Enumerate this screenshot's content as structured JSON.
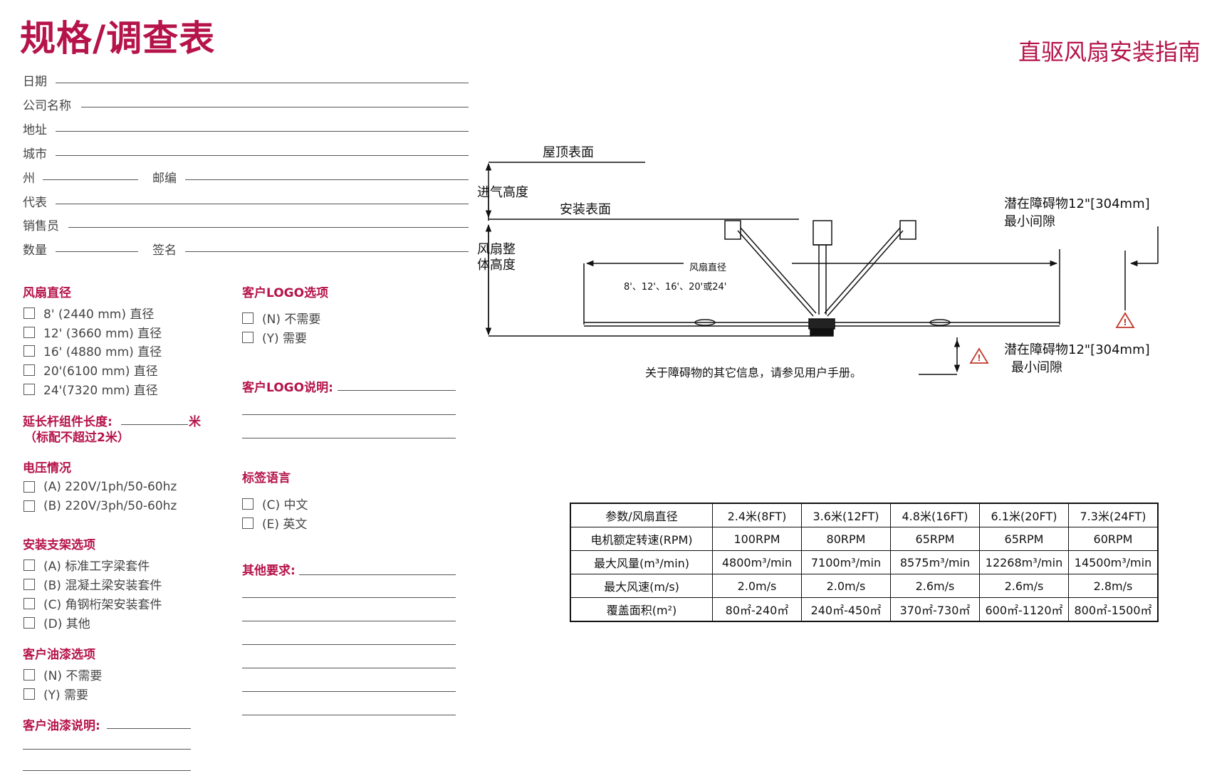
{
  "header": {
    "title": "规格/调查表",
    "subtitle": "直驱风扇安装指南"
  },
  "form": {
    "date": "日期",
    "company": "公司名称",
    "address": "地址",
    "city": "城市",
    "state": "州",
    "zip": "邮编",
    "rep": "代表",
    "sales": "销售员",
    "qty": "数量",
    "sign": "签名"
  },
  "diameter": {
    "title": "风扇直径",
    "items": [
      {
        "label": "8' (2440 mm)  直径"
      },
      {
        "label": "12' (3660 mm)  直径"
      },
      {
        "label": "16' (4880 mm)  直径"
      },
      {
        "label": "20'(6100 mm)  直径"
      },
      {
        "label": "24'(7320 mm)  直径"
      }
    ]
  },
  "extension": {
    "label": "延长杆组件长度:",
    "unit": "米",
    "note": "（标配不超过2米）"
  },
  "voltage": {
    "title": "电压情况",
    "items": [
      {
        "label": "(A)  220V/1ph/50-60hz"
      },
      {
        "label": "(B)  220V/3ph/50-60hz"
      }
    ]
  },
  "mount": {
    "title": "安装支架选项",
    "items": [
      {
        "label": "(A)  标准工字梁套件"
      },
      {
        "label": "(B)  混凝土梁安装套件"
      },
      {
        "label": "(C)  角钢桁架安装套件"
      },
      {
        "label": "(D)  其他"
      }
    ]
  },
  "paint": {
    "title": "客户油漆选项",
    "items": [
      {
        "label": "(N)  不需要"
      },
      {
        "label": "(Y)  需要"
      }
    ],
    "desc": "客户油漆说明:"
  },
  "logo": {
    "title": "客户LOGO选项",
    "items": [
      {
        "label": "(N)  不需要"
      },
      {
        "label": "(Y)  需要"
      }
    ],
    "desc": "客户LOGO说明:"
  },
  "language": {
    "title": "标签语言",
    "items": [
      {
        "label": "(C)  中文"
      },
      {
        "label": "(E)  英文"
      }
    ]
  },
  "other": {
    "label": "其他要求:"
  },
  "diagram": {
    "roof": "屋顶表面",
    "intake": "进气高度",
    "mount_surface": "安装表面",
    "fan_height_1": "风扇整",
    "fan_height_2": "体高度",
    "fan_dia": "风扇直径",
    "fan_dia_sizes": "8'、12'、16'、20'或24'",
    "clearance_top_1": "潜在障碍物12\"[304mm]",
    "clearance_top_2": "最小间隙",
    "clearance_bottom_1": "潜在障碍物12\"[304mm]",
    "clearance_bottom_2": "最小间隙",
    "note": "关于障碍物的其它信息，请参见用户手册。"
  },
  "spec_table": {
    "headers": [
      "参数/风扇直径",
      "2.4米(8FT)",
      "3.6米(12FT)",
      "4.8米(16FT)",
      "6.1米(20FT)",
      "7.3米(24FT)"
    ],
    "rows": [
      [
        "电机额定转速(RPM)",
        "100RPM",
        "80RPM",
        "65RPM",
        "65RPM",
        "60RPM"
      ],
      [
        "最大风量(m³/min)",
        "4800m³/min",
        "7100m³/min",
        "8575m³/min",
        "12268m³/min",
        "14500m³/min"
      ],
      [
        "最大风速(m/s)",
        "2.0m/s",
        "2.0m/s",
        "2.6m/s",
        "2.6m/s",
        "2.8m/s"
      ],
      [
        "覆盖面积(m²)",
        "80㎡-240㎡",
        "240㎡-450㎡",
        "370㎡-730㎡",
        "600㎡-1120㎡",
        "800㎡-1500㎡"
      ]
    ]
  }
}
